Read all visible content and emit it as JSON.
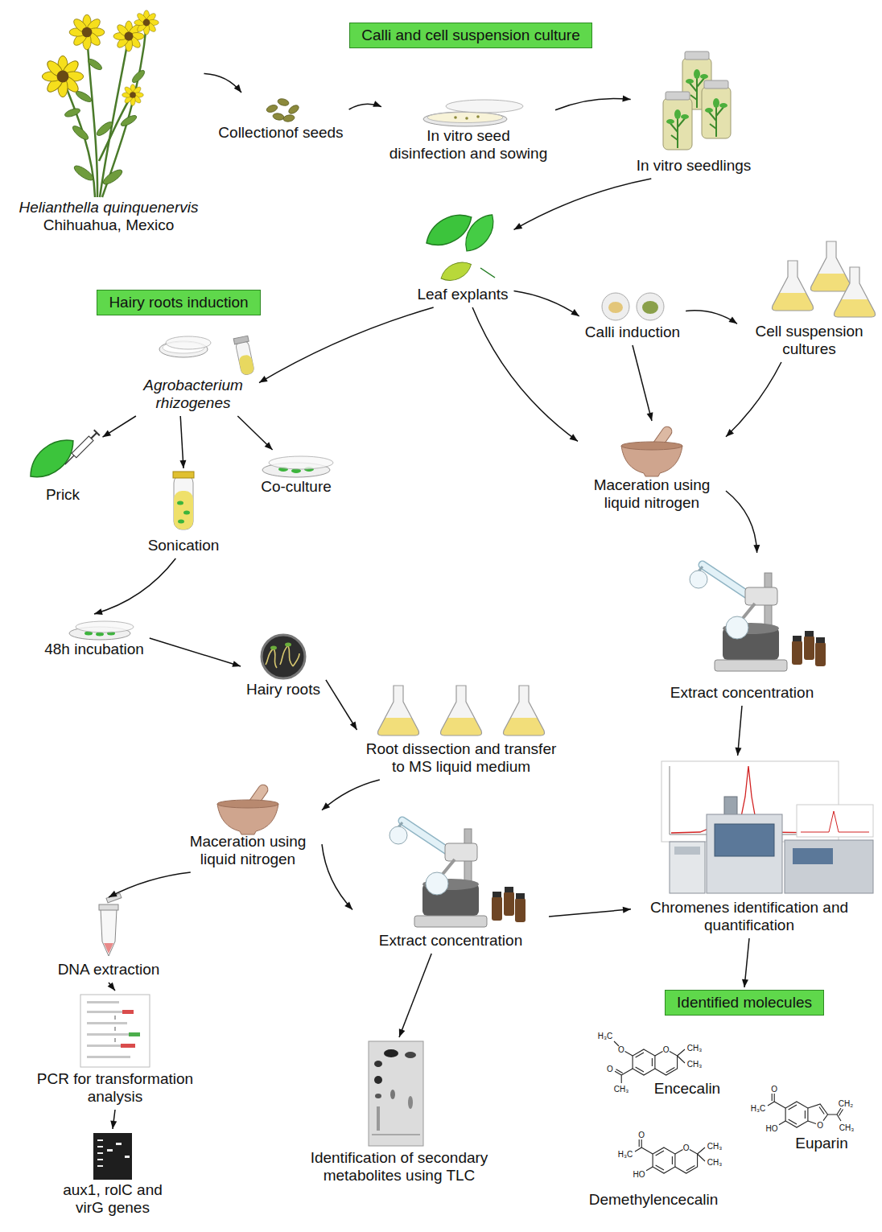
{
  "diagram": {
    "nodes": [
      {
        "text": [
          "Calli and cell suspension culture"
        ]
      },
      {
        "text": [
          "Helianthella quinquenervis",
          "Chihuahua, Mexico"
        ]
      },
      {
        "text": [
          "Collectionof seeds"
        ]
      },
      {
        "text": [
          "In vitro seed disinfection and sowing"
        ]
      },
      {
        "text": [
          "In vitro seedlings"
        ]
      },
      {
        "text": [
          "Leaf explants"
        ]
      },
      {
        "text": [
          "Calli induction"
        ]
      },
      {
        "text": [
          "Cell suspension cultures"
        ]
      },
      {
        "text": [
          "Hairy roots induction"
        ]
      },
      {
        "text": [
          "Agrobacterium rhizogenes"
        ]
      },
      {
        "text": [
          "Prick"
        ]
      },
      {
        "text": [
          "Sonication"
        ]
      },
      {
        "text": [
          "Co-culture"
        ]
      },
      {
        "text": [
          "48h incubation"
        ]
      },
      {
        "text": [
          "Hairy roots"
        ]
      },
      {
        "text": [
          "Root dissection and transfer to MS liquid medium"
        ]
      },
      {
        "text": [
          "Maceration using liquid nitrogen"
        ]
      },
      {
        "text": [
          "Extract concentration"
        ]
      },
      {
        "text": [
          "Maceration using liquid nitrogen"
        ]
      },
      {
        "text": [
          "Extract concentration"
        ]
      },
      {
        "text": [
          "Chromenes identification and quantification"
        ]
      },
      {
        "text": [
          "DNA extraction"
        ]
      },
      {
        "text": [
          "PCR for transformation analysis"
        ]
      },
      {
        "text": [
          "aux1, rolC and virG genes"
        ]
      },
      {
        "text": [
          "Identification of secondary metabolites using TLC"
        ]
      },
      {
        "text": [
          "Identified molecules"
        ]
      }
    ],
    "edges": [
      {
        "from": 1,
        "to": 2,
        "arrow": "to"
      },
      {
        "from": 2,
        "to": 3,
        "arrow": "to"
      },
      {
        "from": 3,
        "to": 4,
        "arrow": "to"
      },
      {
        "from": 4,
        "to": 5,
        "arrow": "to"
      },
      {
        "from": 5,
        "to": 6,
        "arrow": "to"
      },
      {
        "from": 6,
        "to": 7,
        "arrow": "to"
      },
      {
        "from": 5,
        "to": 9,
        "arrow": "to"
      },
      {
        "from": 5,
        "to": 16,
        "arrow": "to"
      },
      {
        "from": 6,
        "to": 16,
        "arrow": "to"
      },
      {
        "from": 7,
        "to": 16,
        "arrow": "to"
      },
      {
        "from": 9,
        "to": 10,
        "arrow": "to"
      },
      {
        "from": 9,
        "to": 11,
        "arrow": "to"
      },
      {
        "from": 9,
        "to": 12,
        "arrow": "to"
      },
      {
        "from": 11,
        "to": 13,
        "arrow": "to"
      },
      {
        "from": 13,
        "to": 14,
        "arrow": "to"
      },
      {
        "from": 14,
        "to": 15,
        "arrow": "to"
      },
      {
        "from": 15,
        "to": 18,
        "arrow": "to"
      },
      {
        "from": 16,
        "to": 17,
        "arrow": "to"
      },
      {
        "from": 17,
        "to": 20,
        "arrow": "to"
      },
      {
        "from": 18,
        "to": 21,
        "arrow": "to"
      },
      {
        "from": 18,
        "to": 19,
        "arrow": "to"
      },
      {
        "from": 19,
        "to": 20,
        "arrow": "to"
      },
      {
        "from": 19,
        "to": 24,
        "arrow": "to"
      },
      {
        "from": 21,
        "to": 22,
        "arrow": "to"
      },
      {
        "from": 22,
        "to": 23,
        "arrow": "to"
      },
      {
        "from": 20,
        "to": 25,
        "arrow": "to"
      }
    ],
    "labels": [
      "H₃C",
      "O",
      "O",
      "CH₃",
      "CH₃",
      "O",
      "CH₃",
      "Encecalin",
      "O",
      "H₃C",
      "HO",
      "O",
      "CH₂",
      "CH₃",
      "Euparin",
      "O",
      "H₃C",
      "HO",
      "O",
      "CH₃",
      "CH₃",
      "Demethylencecalin"
    ]
  }
}
